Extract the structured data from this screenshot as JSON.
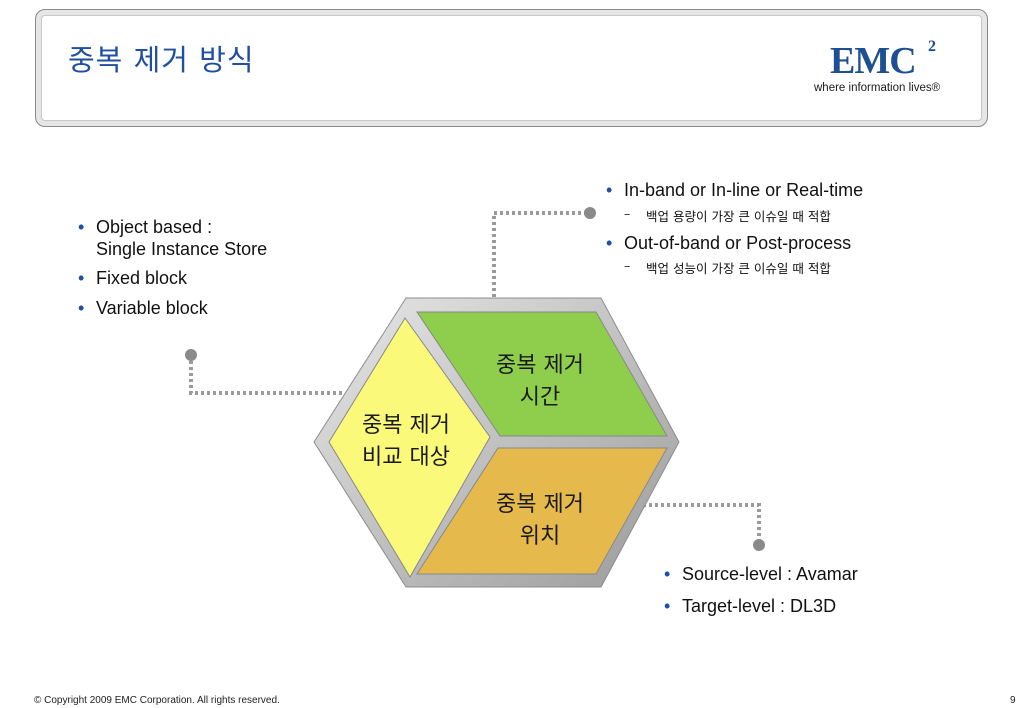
{
  "header": {
    "title": "중복 제거 방식",
    "logo": {
      "mark": "EMC",
      "superscript": "2",
      "tagline": "where information lives®"
    }
  },
  "left_list": {
    "items": [
      {
        "line1": "Object based :",
        "line2": "Single Instance Store"
      },
      {
        "line1": "Fixed block"
      },
      {
        "line1": "Variable block"
      }
    ]
  },
  "top_right_list": {
    "items": [
      {
        "label": "In-band or In-line or Real-time",
        "sub": "백업 용량이 가장 큰 이슈일 때 적합"
      },
      {
        "label": "Out-of-band or Post-process",
        "sub": "백업 성능이 가장 큰 이슈일 때 적합"
      }
    ]
  },
  "bottom_right_list": {
    "items": [
      {
        "label": "Source-level : Avamar"
      },
      {
        "label": "Target-level : DL3D"
      }
    ]
  },
  "diagram": {
    "left_cell": {
      "line1": "중복 제거",
      "line2": "비교 대상",
      "color": "#fbf97a"
    },
    "top_cell": {
      "line1": "중복 제거",
      "line2": "시간",
      "color": "#8fce4c"
    },
    "bottom_cell": {
      "line1": "중복 제거",
      "line2": "위치",
      "color": "#e6b94d"
    }
  },
  "footer": {
    "copyright": "© Copyright 2009 EMC Corporation. All rights reserved.",
    "page_number": "9"
  }
}
